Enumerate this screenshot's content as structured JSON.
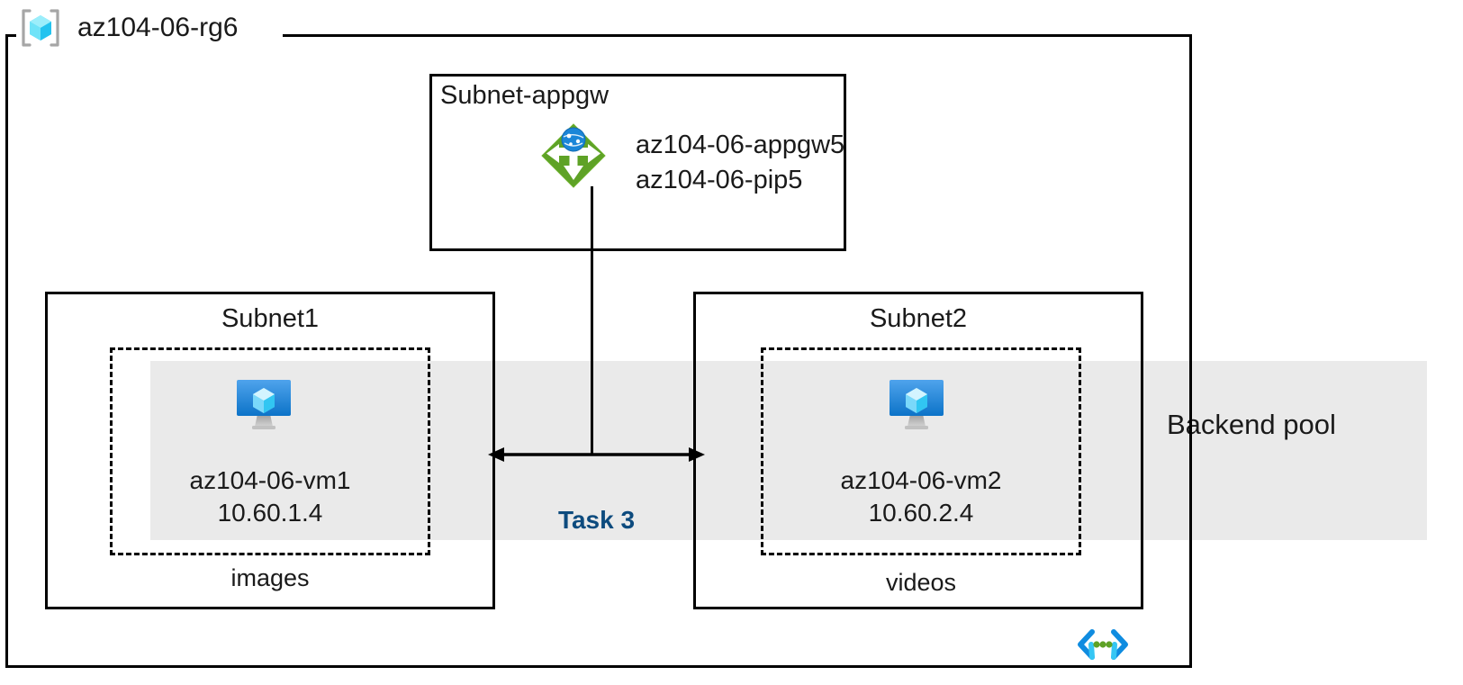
{
  "diagram": {
    "title": "Azure resource group network topology",
    "colors": {
      "subnet_border": "#000000",
      "band_fill": "#eaeaea",
      "task_label": "#0d4b7e",
      "appgw_green": "#5e9f27",
      "vm_blue": "#0f7bd4",
      "rg_cyan": "#3fd2f2",
      "code_blue": "#0f8ce0",
      "code_green": "#5ea226"
    }
  },
  "resource_group": {
    "icon": "resource-group-icon",
    "label": "az104-06-rg6"
  },
  "backend_pool": {
    "label": "Backend pool"
  },
  "subnet_appgw": {
    "title": "Subnet-appgw",
    "icon": "application-gateway-icon",
    "resources": "az104-06-appgw5\naz104-06-pip5",
    "resource_lines": [
      "az104-06-appgw5",
      "az104-06-pip5"
    ]
  },
  "subnet1": {
    "title": "Subnet1",
    "icon": "virtual-machine-icon",
    "vm_name": "az104-06-vm1",
    "vm_ip": "10.60.1.4",
    "footer": "images"
  },
  "subnet2": {
    "title": "Subnet2",
    "icon": "virtual-machine-icon",
    "vm_name": "az104-06-vm2",
    "vm_ip": "10.60.2.4",
    "footer": "videos"
  },
  "connector": {
    "task_label": "Task 3"
  },
  "footer_icon": {
    "name": "code-brackets-icon"
  }
}
